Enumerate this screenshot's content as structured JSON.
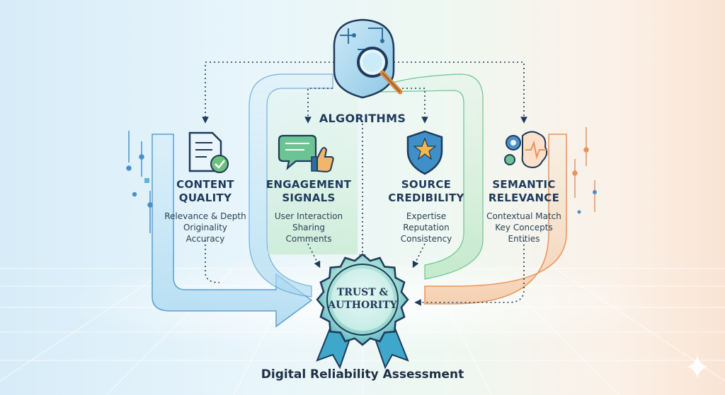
{
  "center": {
    "title": "ALGORITHMS"
  },
  "columns": [
    {
      "title_l1": "CONTENT",
      "title_l2": "QUALITY",
      "lines": [
        "Relevance & Depth",
        "Originality",
        "Accuracy"
      ],
      "icon": "document-check-icon",
      "color": "#4a90c8"
    },
    {
      "title_l1": "ENGAGEMENT",
      "title_l2": "SIGNALS",
      "lines": [
        "User Interaction",
        "Sharing",
        "Comments"
      ],
      "icon": "chat-thumbs-up-icon",
      "color": "#5cb88a"
    },
    {
      "title_l1": "SOURCE",
      "title_l2": "CREDIBILITY",
      "lines": [
        "Expertise",
        "Reputation",
        "Consistency"
      ],
      "icon": "shield-star-icon",
      "color": "#5cb88a"
    },
    {
      "title_l1": "SEMANTIC",
      "title_l2": "RELEVANCE",
      "lines": [
        "Contextual Match",
        "Key Concepts",
        "Entities"
      ],
      "icon": "brain-gears-icon",
      "color": "#e8935a"
    }
  ],
  "badge": {
    "line1": "TRUST &",
    "line2": "AUTHORITY",
    "icon": "rosette-ribbon-icon"
  },
  "footer": {
    "caption": "Digital Reliability Assessment"
  },
  "colors": {
    "navy": "#1f3a5a",
    "blue": "#4a90c8",
    "green": "#5cb88a",
    "orange": "#e8935a",
    "teal": "#3fa7c9"
  }
}
